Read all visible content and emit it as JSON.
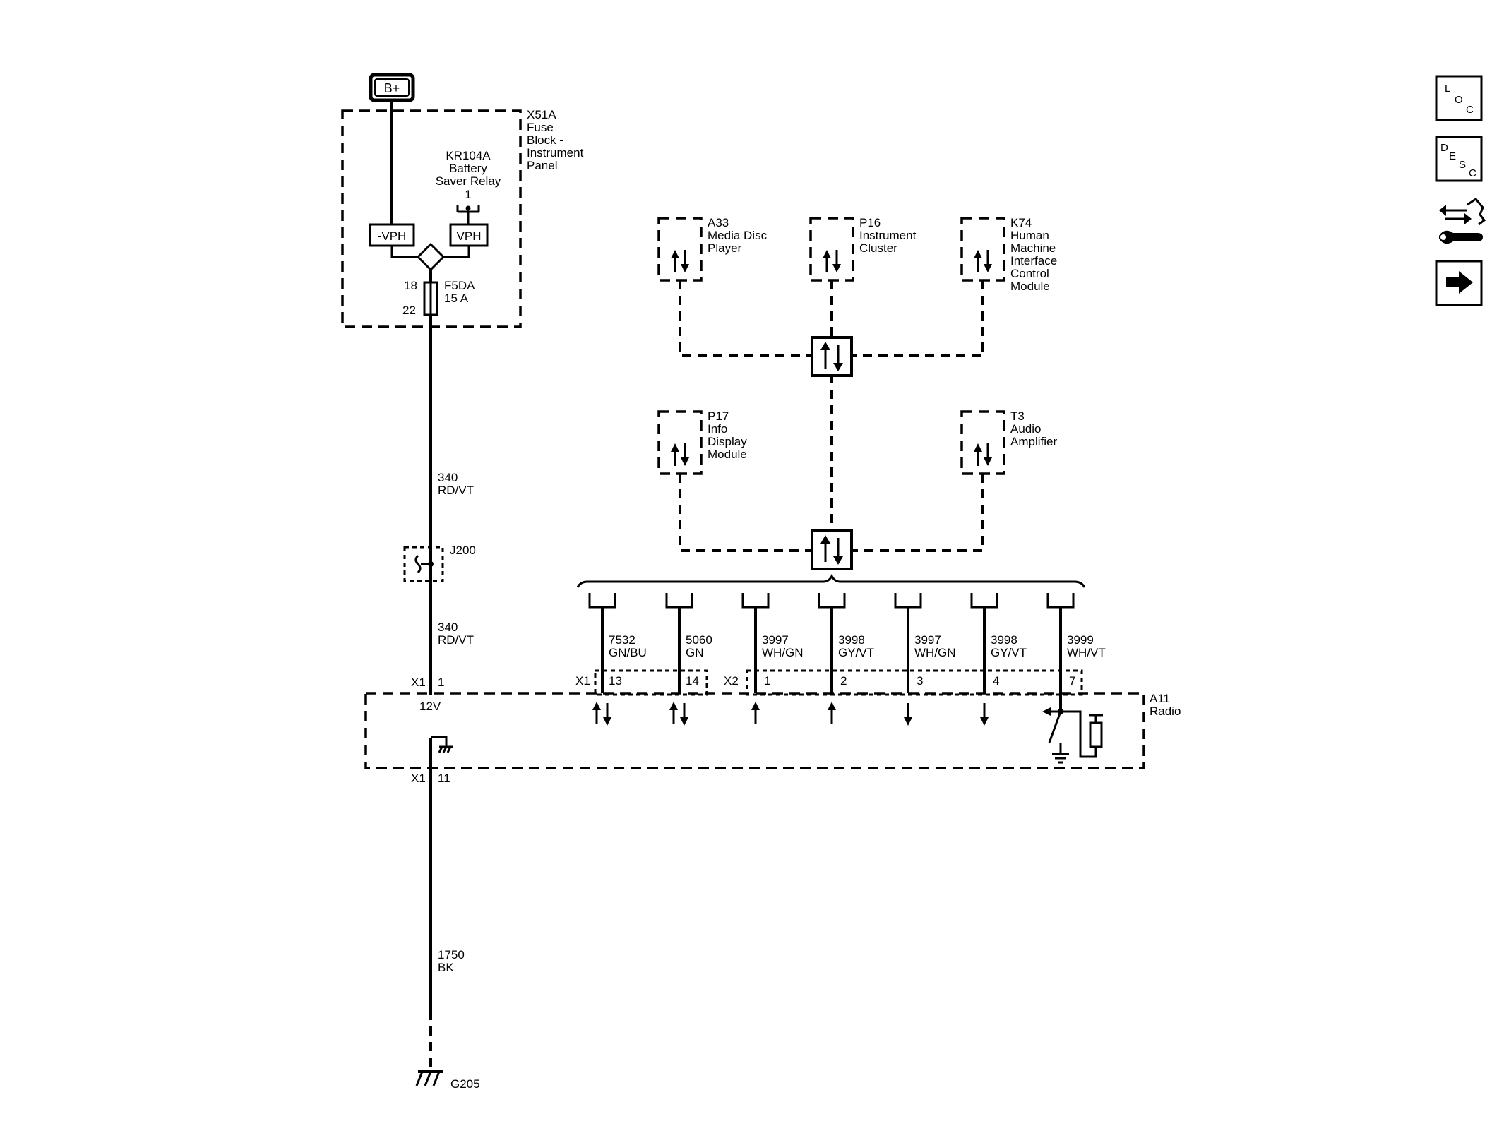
{
  "power": {
    "battery": "B+"
  },
  "fuse_block": {
    "name": [
      "X51A",
      "Fuse",
      "Block -",
      "Instrument",
      "Panel"
    ],
    "relay": [
      "KR104A",
      "Battery",
      "Saver Relay",
      "1"
    ],
    "vph_neg": "-VPH",
    "vph": "VPH",
    "fuse_pin_in": "18",
    "fuse_pin_out": "22",
    "fuse": [
      "F5DA",
      "15 A"
    ]
  },
  "wires": {
    "w340_upper": [
      "340",
      "RD/VT"
    ],
    "w340_lower": [
      "340",
      "RD/VT"
    ],
    "w1750": [
      "1750",
      "BK"
    ]
  },
  "splice": "J200",
  "ground": "G205",
  "modules": {
    "a33": [
      "A33",
      "Media Disc",
      "Player"
    ],
    "p16": [
      "P16",
      "Instrument",
      "Cluster"
    ],
    "k74": [
      "K74",
      "Human",
      "Machine",
      "Interface",
      "Control",
      "Module"
    ],
    "p17": [
      "P17",
      "Info",
      "Display",
      "Module"
    ],
    "t3": [
      "T3",
      "Audio",
      "Amplifier"
    ]
  },
  "bus_wires": [
    {
      "circuit": "7532",
      "color": "GN/BU",
      "pin": "13"
    },
    {
      "circuit": "5060",
      "color": "GN",
      "pin": "14"
    },
    {
      "circuit": "3997",
      "color": "WH/GN",
      "pin": "1"
    },
    {
      "circuit": "3998",
      "color": "GY/VT",
      "pin": "2"
    },
    {
      "circuit": "3997",
      "color": "WH/GN",
      "pin": "3"
    },
    {
      "circuit": "3998",
      "color": "GY/VT",
      "pin": "4"
    },
    {
      "circuit": "3999",
      "color": "WH/VT",
      "pin": "7"
    }
  ],
  "radio": {
    "name": [
      "A11",
      "Radio"
    ],
    "x1_top": "X1",
    "x1_top_pin": "1",
    "voltage": "12V",
    "x1_bus": "X1",
    "x2_bus": "X2",
    "x1_bottom": "X1",
    "x1_bottom_pin": "11"
  },
  "nav": {
    "loc": [
      "L",
      "O",
      "C"
    ],
    "desc": [
      "D",
      "E",
      "S",
      "C"
    ],
    "connector_icon": "connector-tool-icon",
    "next_icon": "arrow-right-icon"
  }
}
